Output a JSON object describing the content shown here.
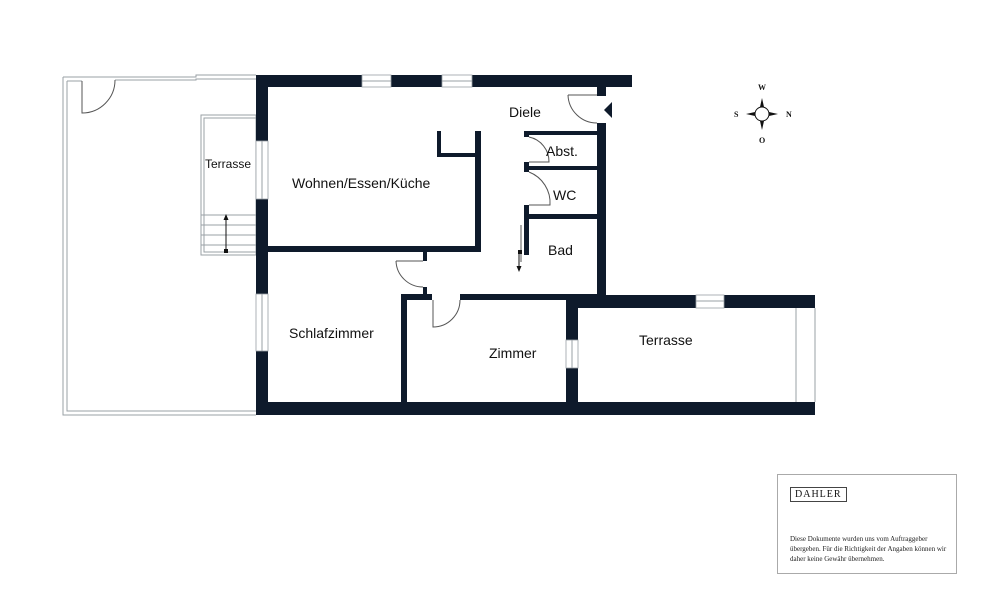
{
  "rooms": {
    "terrasse_left": "Terrasse",
    "wohnen": "Wohnen/Essen/Küche",
    "diele": "Diele",
    "abst": "Abst.",
    "wc": "WC",
    "bad": "Bad",
    "schlafzimmer": "Schlafzimmer",
    "zimmer": "Zimmer",
    "terrasse_right": "Terrasse"
  },
  "compass": {
    "north": "N",
    "south": "S",
    "west": "W",
    "east": "O"
  },
  "disclaimer": {
    "logo": "DAHLER",
    "text": "Diese Dokumente wurden uns vom Auftraggeber übergeben. Für die Richtigkeit der Angaben können wir daher keine Gewähr übernehmen."
  },
  "colors": {
    "wall": "#0e1a2b"
  }
}
